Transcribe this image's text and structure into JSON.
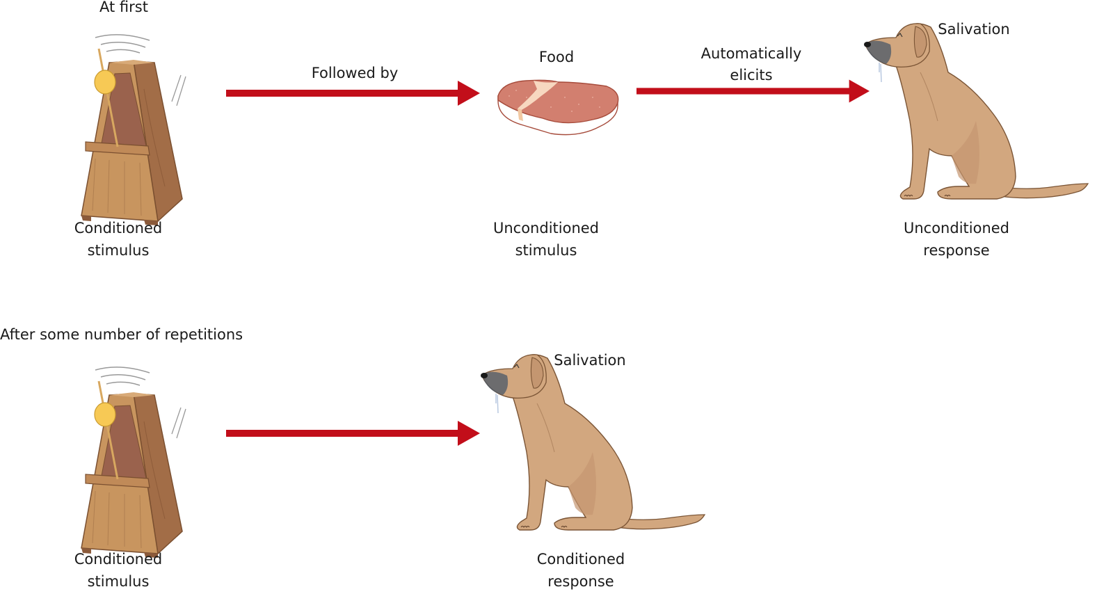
{
  "colors": {
    "arrow": "#c20e1a",
    "metronome_wood": "#c0905e",
    "metronome_dark": "#8b5a3a",
    "metronome_inner": "#a06a52",
    "pendulum_weight": "#f7c955",
    "meat": "#d27f6f",
    "meat_fat": "#f7d8c0",
    "dog_fur": "#d2a77f",
    "dog_outline": "#7a5435",
    "dog_muzzle": "#4a5868",
    "saliva": "#b8c8e0"
  },
  "top_row": {
    "heading": "At first",
    "arrow1_label": "Followed by",
    "food_label": "Food",
    "arrow2_label_line1": "Automatically",
    "arrow2_label_line2": "elicits",
    "salivation_label": "Salivation",
    "cs_label_line1": "Conditioned",
    "cs_label_line2": "stimulus",
    "us_label_line1": "Unconditioned",
    "us_label_line2": "stimulus",
    "ur_label_line1": "Unconditioned",
    "ur_label_line2": "response"
  },
  "bottom_row": {
    "heading": "After some number of repetitions",
    "salivation_label": "Salivation",
    "cs_label_line1": "Conditioned",
    "cs_label_line2": "stimulus",
    "cr_label_line1": "Conditioned",
    "cr_label_line2": "response"
  }
}
